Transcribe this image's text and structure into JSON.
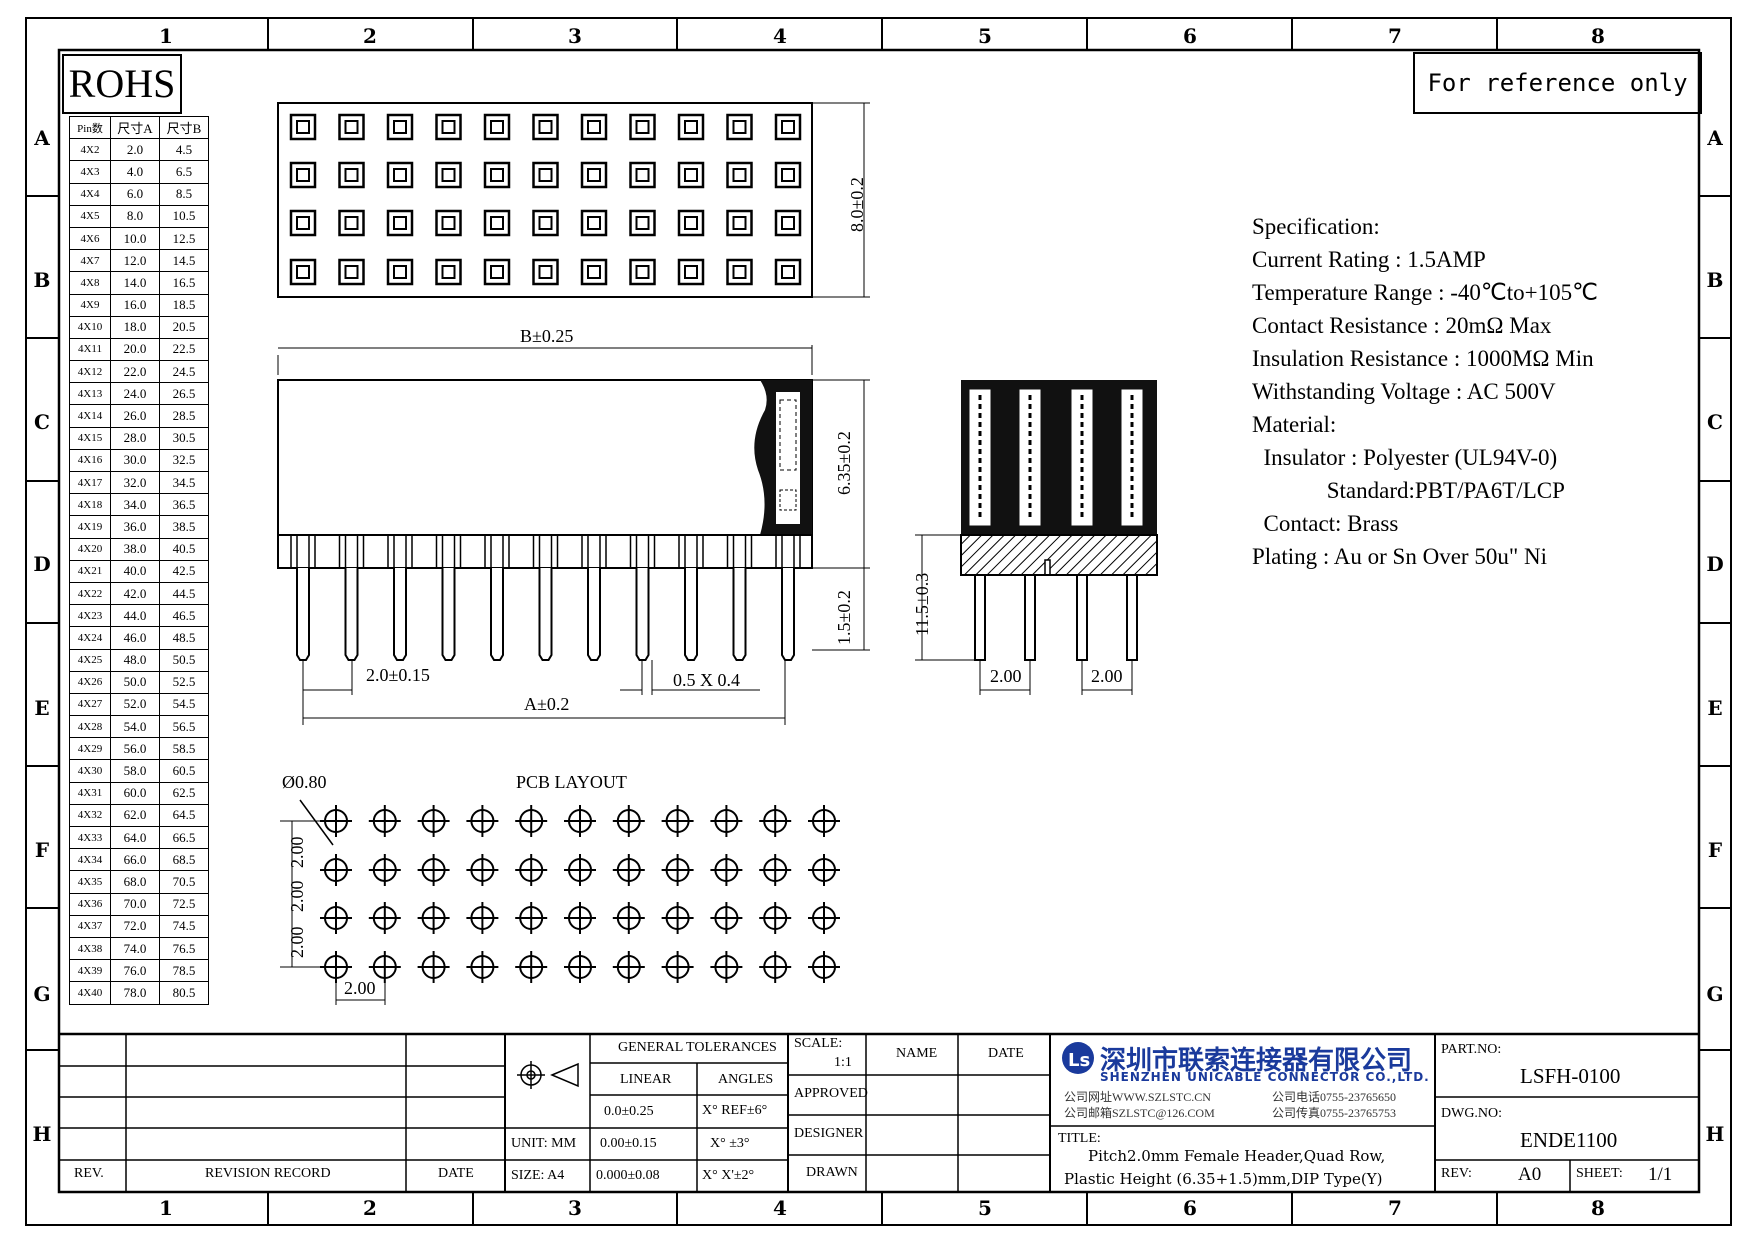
{
  "zones": {
    "columns": [
      "1",
      "2",
      "3",
      "4",
      "5",
      "6",
      "7",
      "8"
    ],
    "rows": [
      "A",
      "B",
      "C",
      "D",
      "E",
      "F",
      "G",
      "H"
    ]
  },
  "rohs_label": "ROHS",
  "reference_label": "For reference only",
  "pin_table": {
    "headers": [
      "Pin数",
      "尺寸A",
      "尺寸B"
    ],
    "rows": [
      [
        "4X2",
        "2.0",
        "4.5"
      ],
      [
        "4X3",
        "4.0",
        "6.5"
      ],
      [
        "4X4",
        "6.0",
        "8.5"
      ],
      [
        "4X5",
        "8.0",
        "10.5"
      ],
      [
        "4X6",
        "10.0",
        "12.5"
      ],
      [
        "4X7",
        "12.0",
        "14.5"
      ],
      [
        "4X8",
        "14.0",
        "16.5"
      ],
      [
        "4X9",
        "16.0",
        "18.5"
      ],
      [
        "4X10",
        "18.0",
        "20.5"
      ],
      [
        "4X11",
        "20.0",
        "22.5"
      ],
      [
        "4X12",
        "22.0",
        "24.5"
      ],
      [
        "4X13",
        "24.0",
        "26.5"
      ],
      [
        "4X14",
        "26.0",
        "28.5"
      ],
      [
        "4X15",
        "28.0",
        "30.5"
      ],
      [
        "4X16",
        "30.0",
        "32.5"
      ],
      [
        "4X17",
        "32.0",
        "34.5"
      ],
      [
        "4X18",
        "34.0",
        "36.5"
      ],
      [
        "4X19",
        "36.0",
        "38.5"
      ],
      [
        "4X20",
        "38.0",
        "40.5"
      ],
      [
        "4X21",
        "40.0",
        "42.5"
      ],
      [
        "4X22",
        "42.0",
        "44.5"
      ],
      [
        "4X23",
        "44.0",
        "46.5"
      ],
      [
        "4X24",
        "46.0",
        "48.5"
      ],
      [
        "4X25",
        "48.0",
        "50.5"
      ],
      [
        "4X26",
        "50.0",
        "52.5"
      ],
      [
        "4X27",
        "52.0",
        "54.5"
      ],
      [
        "4X28",
        "54.0",
        "56.5"
      ],
      [
        "4X29",
        "56.0",
        "58.5"
      ],
      [
        "4X30",
        "58.0",
        "60.5"
      ],
      [
        "4X31",
        "60.0",
        "62.5"
      ],
      [
        "4X32",
        "62.0",
        "64.5"
      ],
      [
        "4X33",
        "64.0",
        "66.5"
      ],
      [
        "4X34",
        "66.0",
        "68.5"
      ],
      [
        "4X35",
        "68.0",
        "70.5"
      ],
      [
        "4X36",
        "70.0",
        "72.5"
      ],
      [
        "4X37",
        "72.0",
        "74.5"
      ],
      [
        "4X38",
        "74.0",
        "76.5"
      ],
      [
        "4X39",
        "76.0",
        "78.5"
      ],
      [
        "4X40",
        "78.0",
        "80.5"
      ]
    ]
  },
  "dimensions": {
    "top_height": "8.0±0.2",
    "b_length": "B±0.25",
    "body_height": "6.35±0.2",
    "pin_stub": "1.5±0.2",
    "pitch": "2.0±0.15",
    "pin_size": "0.5 X 0.4",
    "a_length": "A±0.2",
    "side_pin_length": "11.5±0.3",
    "side_pitch_1": "2.00",
    "side_pitch_2": "2.00",
    "pcb_hole": "Ø0.80",
    "pcb_title": "PCB LAYOUT",
    "pcb_row_pitch_1": "2.00",
    "pcb_row_pitch_2": "2.00",
    "pcb_row_pitch_3": "2.00",
    "pcb_col_pitch": "2.00"
  },
  "specification": {
    "lines": [
      "Specification:",
      "Current Rating : 1.5AMP",
      "Temperature Range : -40℃to+105℃",
      "Contact Resistance : 20mΩ Max",
      "Insulation Resistance : 1000MΩ Min",
      "Withstanding Voltage : AC 500V",
      "Material:",
      "  Insulator : Polyester (UL94V-0)",
      "             Standard:PBT/PA6T/LCP",
      "  Contact: Brass",
      "Plating : Au or Sn Over 50u\" Ni"
    ]
  },
  "title_block": {
    "rev_label": "REV.",
    "revision_record_label": "REVISION RECORD",
    "date_label": "DATE",
    "general_tolerances": "GENERAL TOLERANCES",
    "linear_label": "LINEAR",
    "angles_label": "ANGLES",
    "linear_1": "0.0±0.25",
    "linear_2": "0.00±0.15",
    "linear_3": "0.000±0.08",
    "angle_1": "X° REF±6°",
    "angle_2": "X° ±3°",
    "angle_3": "X° X'±2°",
    "unit": "UNIT: MM",
    "size": "SIZE: A4",
    "scale_label": "SCALE:",
    "scale_value": "1:1",
    "name_label": "NAME",
    "date_col_label": "DATE",
    "approved": "APPROVED",
    "designer": "DESIGNER",
    "drawn": "DRAWN",
    "company_cn": "深圳市联索连接器有限公司",
    "company_en": "SHENZHEN UNICABLE CONNECTOR CO.,LTD.",
    "website": "公司网址WWW.SZLSTC.CN",
    "email": "公司邮箱SZLSTC@126.COM",
    "phone": "公司电话0755-23765650",
    "fax": "公司传真0755-23765753",
    "title_label": "TITLE:",
    "title_line1": "Pitch2.0mm Female Header,Quad Row,",
    "title_line2": "Plastic Height (6.35+1.5)mm,DIP Type(Y)",
    "part_no_label": "PART.NO:",
    "part_no": "LSFH-0100",
    "dwg_no_label": "DWG.NO:",
    "dwg_no": "ENDE1100",
    "rev_no_label": "REV:",
    "rev_no": "A0",
    "sheet_label": "SHEET:",
    "sheet_value": "1/1"
  }
}
